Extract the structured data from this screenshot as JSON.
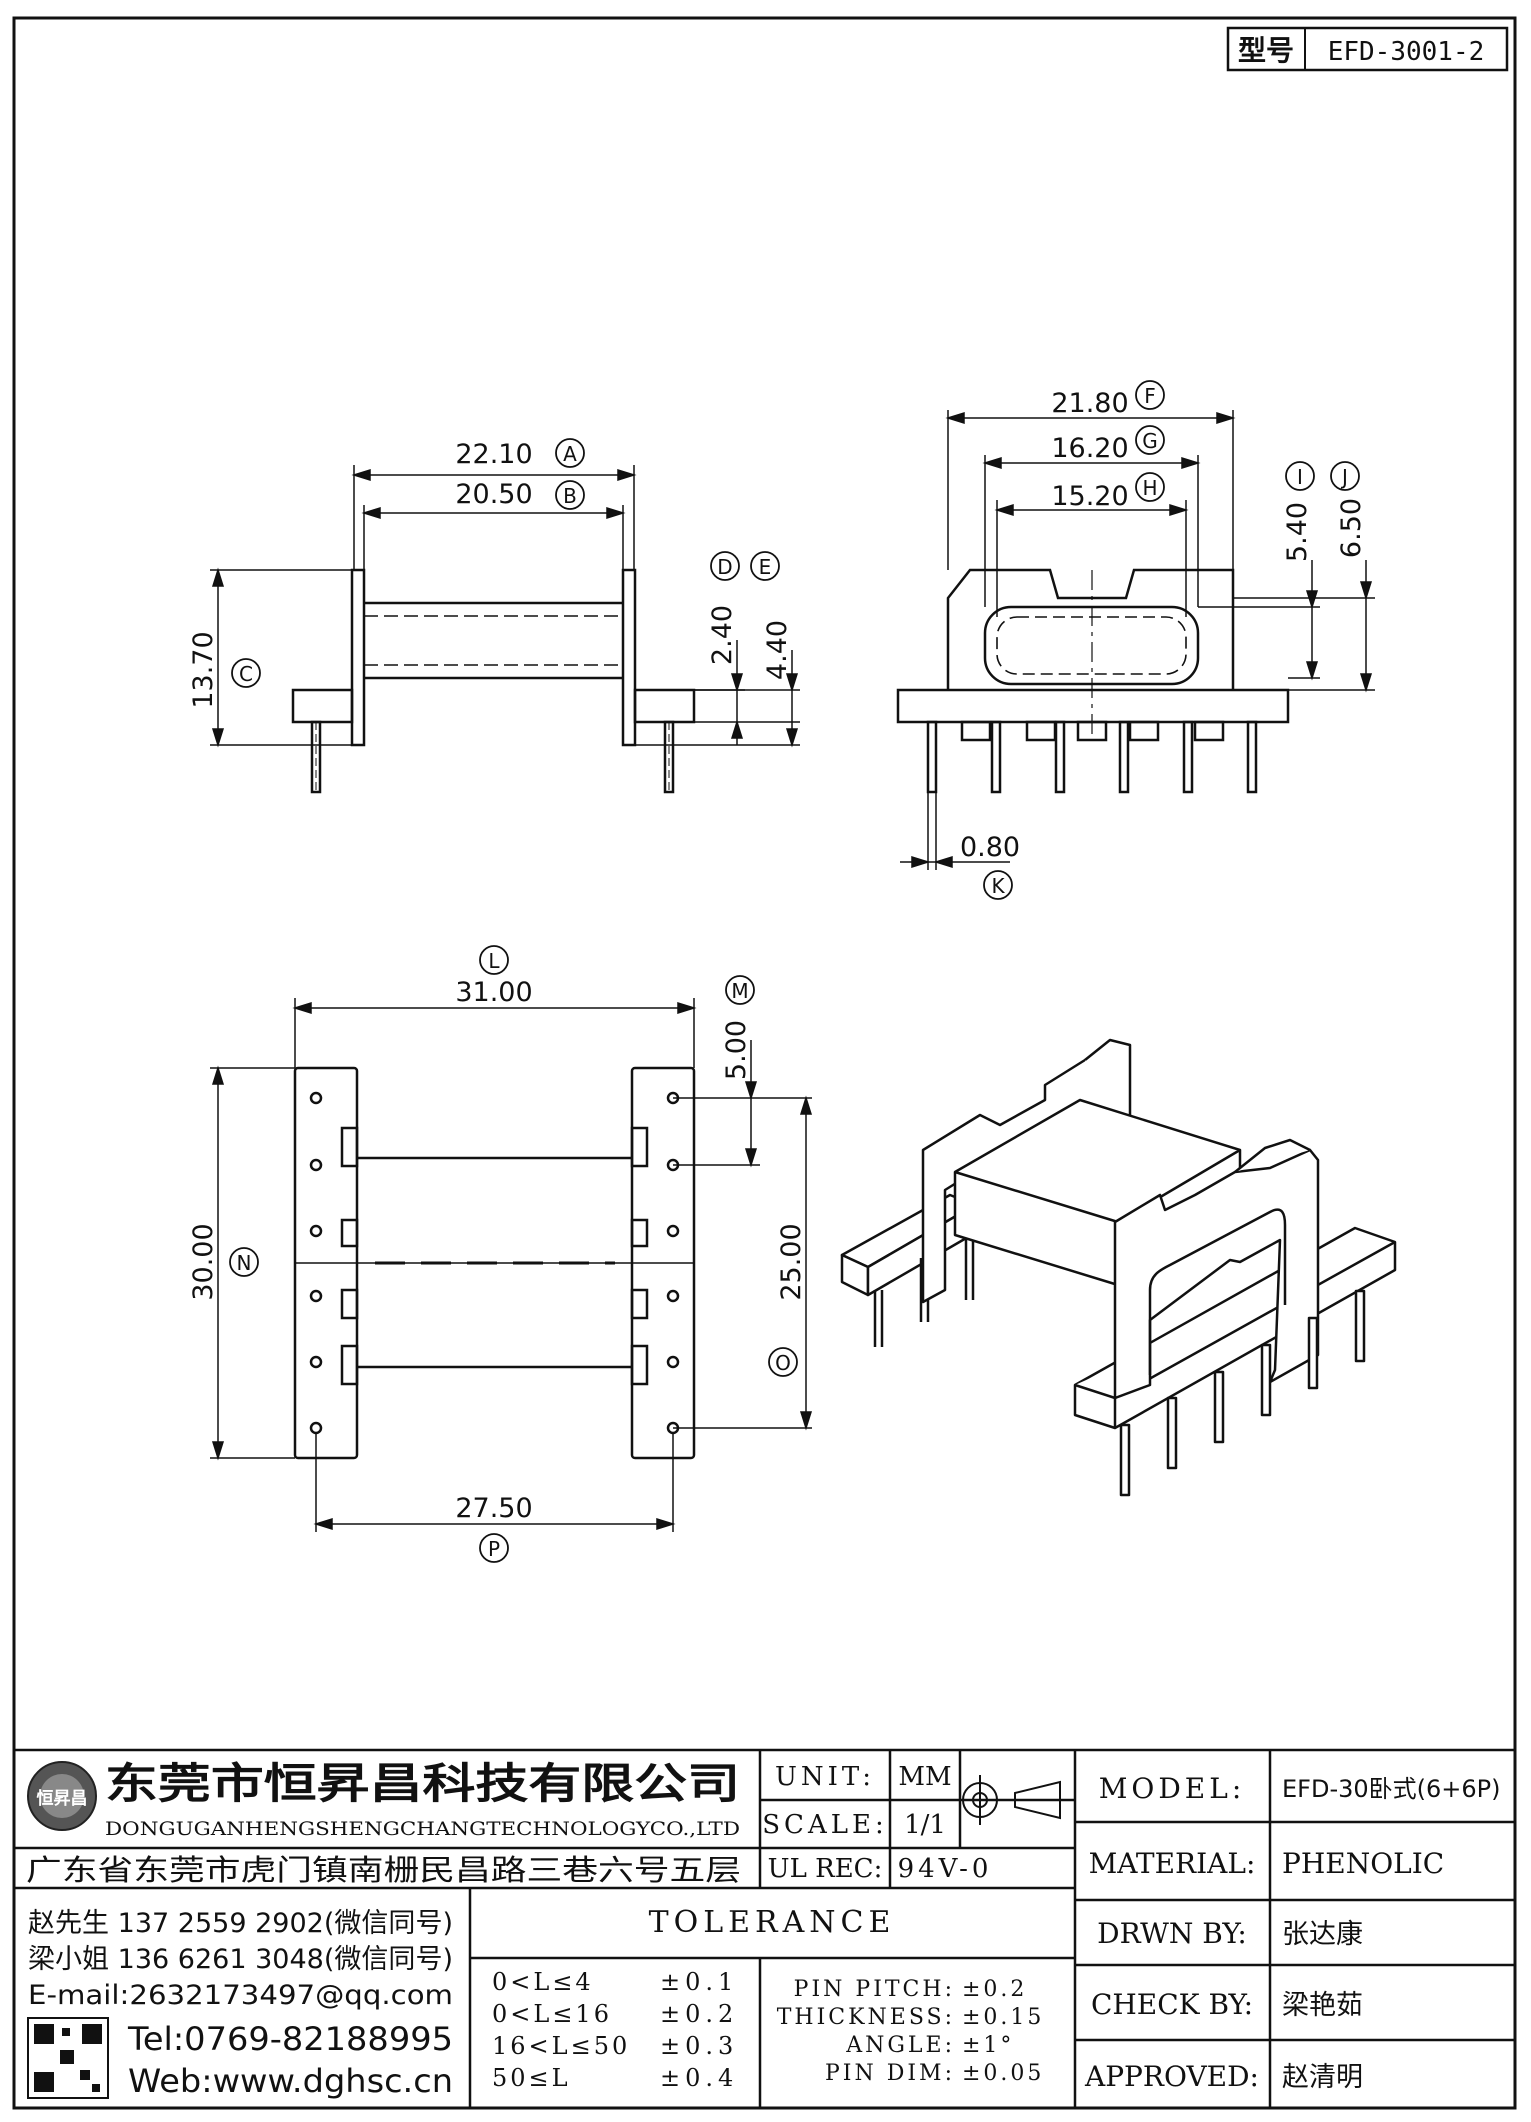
{
  "model_box": {
    "label": "型号",
    "value": "EFD-3001-2"
  },
  "dimensions": {
    "A": "22.10",
    "B": "20.50",
    "C": "13.70",
    "D": "2.40",
    "E": "4.40",
    "F": "21.80",
    "G": "16.20",
    "H": "15.20",
    "I": "5.40",
    "J": "6.50",
    "K": "0.80",
    "L": "31.00",
    "M": "5.00",
    "N": "30.00",
    "O": "25.00",
    "P": "27.50"
  },
  "markers": {
    "A": "A",
    "B": "B",
    "C": "C",
    "D": "D",
    "E": "E",
    "F": "F",
    "G": "G",
    "H": "H",
    "I": "I",
    "J": "J",
    "K": "K",
    "L": "L",
    "M": "M",
    "N": "N",
    "O": "O",
    "P": "P"
  },
  "company": {
    "name_cn": "东莞市恒昇昌科技有限公司",
    "name_en": "DONGUGANHENGSHENGCHANGTECHNOLOGYCO.,LTD",
    "address": "广东省东莞市虎门镇南栅民昌路三巷六号五层",
    "logo_text": "恒昇昌"
  },
  "contacts": {
    "contact1": "赵先生 137 2559 2902(微信同号)",
    "contact2": "梁小姐 136 6261 3048(微信同号)",
    "email": "E-mail:2632173497@qq.com",
    "tel": "Tel:0769-82188995",
    "web": "Web:www.dghsc.cn"
  },
  "specs": {
    "unit_label": "UNIT:",
    "unit_value": "MM",
    "scale_label": "SCALE:",
    "scale_value": "1/1",
    "ulrec_label": "UL REC:",
    "ulrec_value": "94V-0"
  },
  "tolerance": {
    "title": "TOLERANCE",
    "ranges": [
      {
        "range": "0<L≤4",
        "tol": "±0.1"
      },
      {
        "range": "0<L≤16",
        "tol": "±0.2"
      },
      {
        "range": "16<L≤50",
        "tol": "±0.3"
      },
      {
        "range": "50≤L",
        "tol": "±0.4"
      }
    ],
    "pin": [
      {
        "label": "PIN PITCH:",
        "value": "±0.2"
      },
      {
        "label": "THICKNESS:",
        "value": "±0.15"
      },
      {
        "label": "ANGLE:",
        "value": "±1°"
      },
      {
        "label": "PIN DIM:",
        "value": "±0.05"
      }
    ]
  },
  "title_block": {
    "model_label": "MODEL:",
    "model_value": "EFD-30卧式(6+6P)",
    "material_label": "MATERIAL:",
    "material_value": "PHENOLIC",
    "drawn_label": "DRWN BY:",
    "drawn_value": "张达康",
    "check_label": "CHECK BY:",
    "check_value": "梁艳茹",
    "approved_label": "APPROVED:",
    "approved_value": "赵清明"
  }
}
